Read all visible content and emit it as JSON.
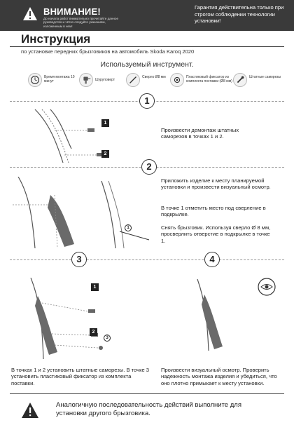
{
  "header": {
    "attention_title": "ВНИМАНИЕ!",
    "attention_text": "До начала работ внимательно прочитайте данное руководство и чётко следуйте указаниям, изложенным в нем!",
    "guarantee": "Гарантия действительна только при строгом соблюдении технологии установки!"
  },
  "title": "Инструкция",
  "subtitle": "по установке передних брызговиков на автомобиль Skoda Karoq 2020",
  "tools": {
    "heading": "Используемый инструмент.",
    "items": [
      {
        "icon": "clock-icon",
        "label": "Время монтажа 10 минут"
      },
      {
        "icon": "screwdriver-icon",
        "label": "Шуруповерт"
      },
      {
        "icon": "drill-bit-icon",
        "label": "Сверло Ø8 мм"
      },
      {
        "icon": "clip-icon",
        "label": "Пластиковый фиксатор из комплекта поставки (Ø8 мм)"
      },
      {
        "icon": "screw-icon",
        "label": "Штатные саморезы"
      }
    ]
  },
  "steps": [
    {
      "number": "1",
      "text": "Произвести демонтаж штатных саморезов в точках 1 и 2."
    },
    {
      "number": "2",
      "text": "Приложить изделие к месту планируемой установки и произвести визуальный осмотр.",
      "text2": "В точке 1 отметить место под сверление в подкрылке.",
      "text3": "Снять брызговик. Используя сверло Ø 8 мм, просверлить отверстие в подкрылке в точке 1."
    },
    {
      "number": "3",
      "text": "В точках 1 и 2 установить штатные саморезы. В точке 3 установить пластиковый фиксатор из комплекта поставки."
    },
    {
      "number": "4",
      "text": "Произвести визуальный осмотр. Проверить надежность монтажа изделия и убедиться, что оно плотно примыкает к месту установки."
    }
  ],
  "callouts": {
    "one": "1",
    "two": "2",
    "three": "3"
  },
  "footer": "Аналогичную последовательность действий выполните для установки другого брызговика."
}
